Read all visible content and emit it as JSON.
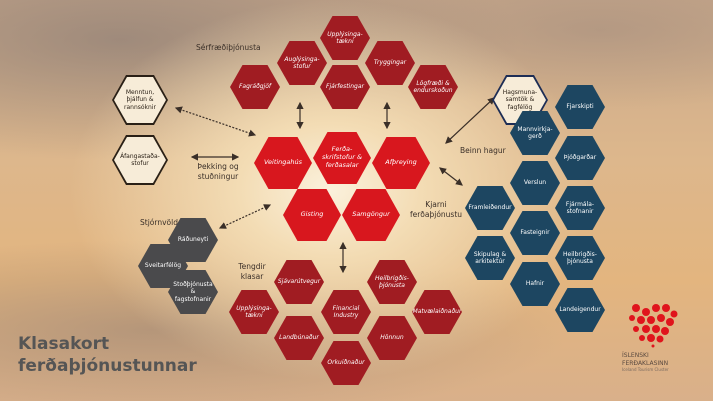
{
  "title": {
    "line1": "Klasakort",
    "line2": "ferðaþjónustunnar"
  },
  "labels": {
    "specialist": "Sérfræðiþjónusta",
    "core": "Kjarni ferðaþjónustu",
    "knowledge": "Þekking og stuðningur",
    "government": "Stjórnvöld",
    "related": "Tengdir klasar",
    "direct": "Beinn hagur"
  },
  "specialist": [
    "Fagráðgjöf",
    "Auglýsinga-stofur",
    "Upplýsinga-tækni",
    "Fjárfestingar",
    "Tryggingar",
    "Lögfræði & endurskoðun"
  ],
  "core": [
    "Veitingahús",
    "Ferða-skrifstofur & ferðasalar",
    "Afþreying",
    "Gisting",
    "Samgöngur"
  ],
  "support": [
    "Menntun, þjálfun & rannsóknir",
    "Áfangastaða-stofur",
    "Hagsmuna-samtök & fagfélög"
  ],
  "government": [
    "Ráðuneyti",
    "Sveitarfélög",
    "Stoðþjónusta & fagstofnanir"
  ],
  "related": [
    "Sjávarútvegur",
    "Upplýsinga-tækni",
    "Landbúnaður",
    "Financial Industry",
    "Heilbrigðis-þjónusta",
    "Matvælaiðnaður",
    "Hönnun",
    "Orkuiðnaður"
  ],
  "direct": [
    "Fjarskipti",
    "Mannvirkja-gerð",
    "Þjóðgarðar",
    "Verslun",
    "Framleiðendur",
    "Fjármála-stofnanir",
    "Fasteignir",
    "Skipulag & arkitektúr",
    "Heilbrigðis-þjónusta",
    "Hafnir",
    "Landeigendur"
  ],
  "logo": {
    "line1": "ÍSLENSKI",
    "line2": "FERÐAKLASINN",
    "sub": "Iceland Tourism Cluster"
  },
  "colors": {
    "core": "#d8171e",
    "specialist": "#a01c22",
    "direct": "#1d4661",
    "government": "#4a4a4c"
  }
}
